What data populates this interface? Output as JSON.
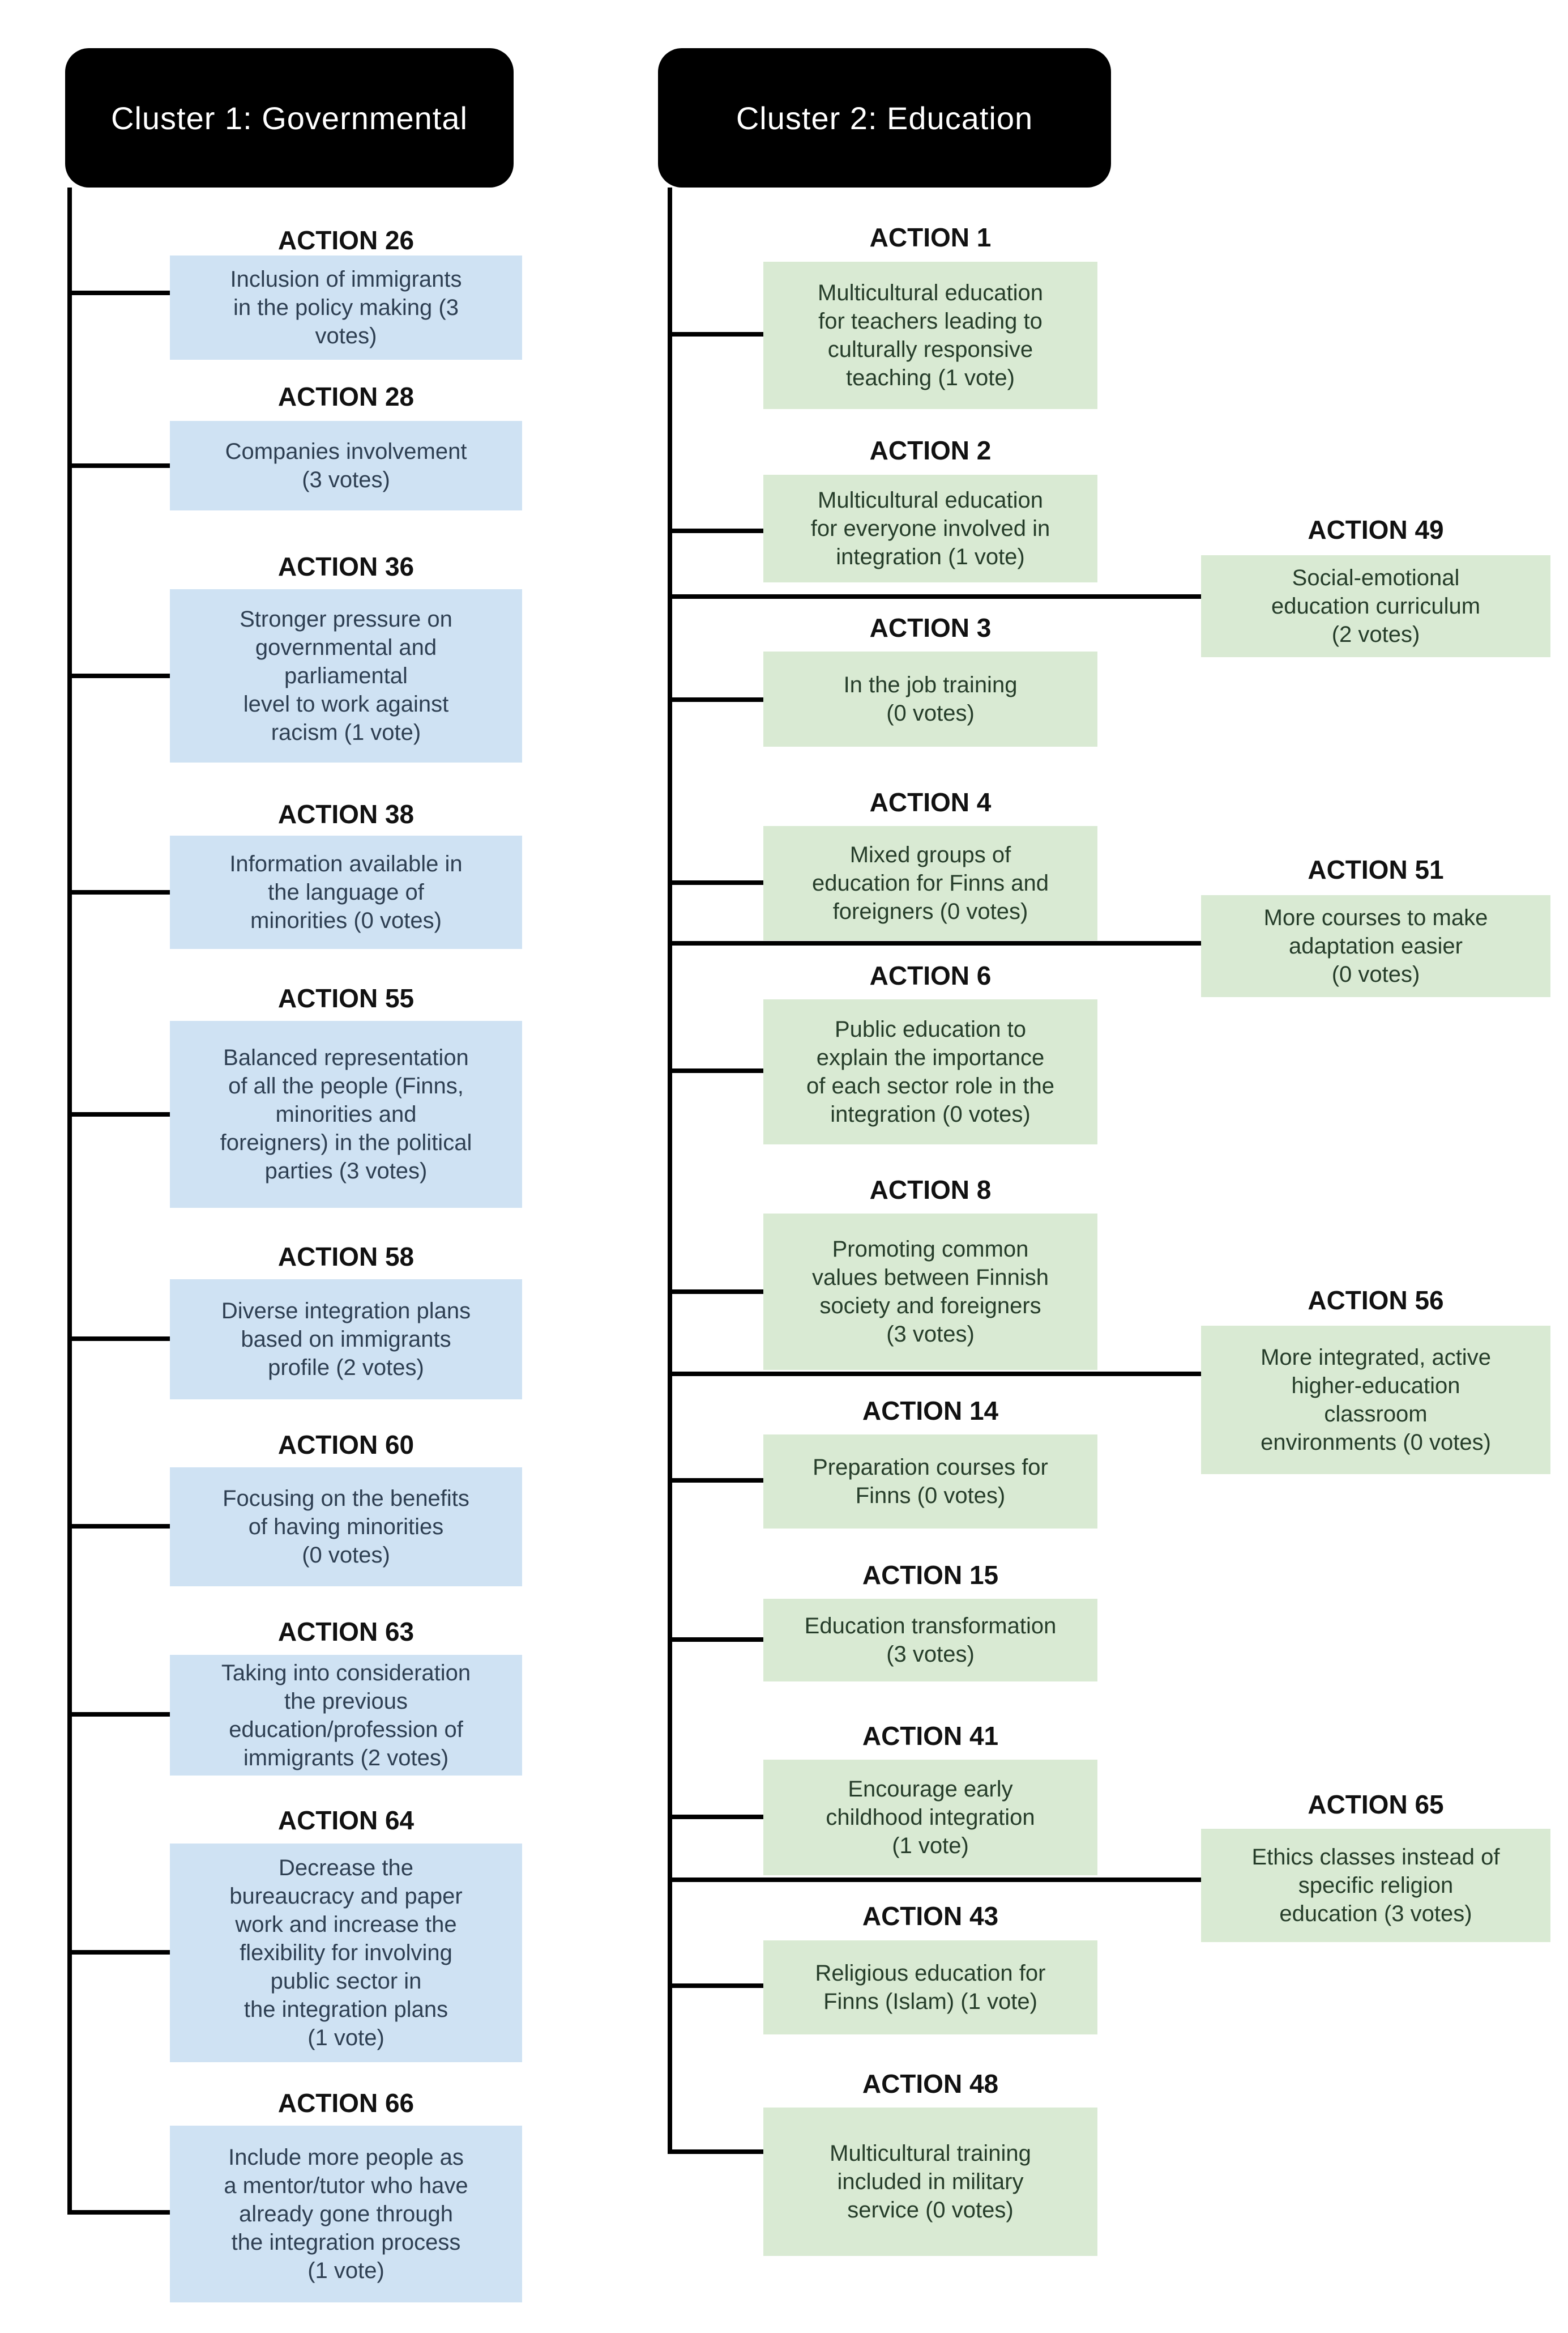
{
  "diagram": {
    "colors": {
      "canvas_bg": "#ffffff",
      "header_bg": "#000000",
      "header_text": "#ffffff",
      "connector_line": "#000000",
      "cluster1_box_fill": "#cfe2f3",
      "cluster1_box_text": "#2e3f52",
      "cluster2_box_fill": "#d9ead3",
      "cluster2_box_text": "#263d2a",
      "action_title_text": "#111111"
    },
    "clusters": [
      {
        "id": "cluster-1",
        "title": "Cluster 1: Governmental",
        "theme": "blue",
        "actions": [
          {
            "label": "ACTION 26",
            "votes": 3,
            "text": "Inclusion of immigrants\nin the policy making (3\nvotes)"
          },
          {
            "label": "ACTION 28",
            "votes": 3,
            "text": "Companies involvement\n(3 votes)"
          },
          {
            "label": "ACTION 36",
            "votes": 1,
            "text": "Stronger pressure on\ngovernmental and\nparliamental\nlevel to work against\nracism (1 vote)"
          },
          {
            "label": "ACTION 38",
            "votes": 0,
            "text": "Information available in\nthe language of\nminorities (0 votes)"
          },
          {
            "label": "ACTION 55",
            "votes": 3,
            "text": "Balanced representation\nof all the people (Finns,\nminorities and\nforeigners) in the political\nparties (3 votes)"
          },
          {
            "label": "ACTION 58",
            "votes": 2,
            "text": "Diverse integration plans\nbased on immigrants\nprofile (2 votes)"
          },
          {
            "label": "ACTION 60",
            "votes": 0,
            "text": "Focusing on the benefits\nof having minorities\n(0 votes)"
          },
          {
            "label": "ACTION 63",
            "votes": 2,
            "text": "Taking into consideration\nthe previous\neducation/profession of\nimmigrants (2 votes)"
          },
          {
            "label": "ACTION 64",
            "votes": 1,
            "text": "Decrease the\nbureaucracy and paper\nwork and increase the\nflexibility for involving\npublic sector in\nthe integration plans\n(1 vote)"
          },
          {
            "label": "ACTION 66",
            "votes": 1,
            "text": "Include more people as\na mentor/tutor who have\nalready gone through\nthe integration process\n(1 vote)"
          }
        ],
        "side_actions": []
      },
      {
        "id": "cluster-2",
        "title": "Cluster 2: Education",
        "theme": "green",
        "actions": [
          {
            "label": "ACTION 1",
            "votes": 1,
            "text": "Multicultural education\nfor teachers leading to\nculturally responsive\nteaching (1 vote)"
          },
          {
            "label": "ACTION 2",
            "votes": 1,
            "text": "Multicultural education\nfor everyone involved in\nintegration (1 vote)"
          },
          {
            "label": "ACTION 3",
            "votes": 0,
            "text": "In the job training\n(0 votes)"
          },
          {
            "label": "ACTION 4",
            "votes": 0,
            "text": "Mixed groups of\neducation for Finns and\nforeigners (0 votes)"
          },
          {
            "label": "ACTION 6",
            "votes": 0,
            "text": "Public education to\nexplain the importance\nof each sector role in the\nintegration (0 votes)"
          },
          {
            "label": "ACTION 8",
            "votes": 3,
            "text": "Promoting common\nvalues between Finnish\nsociety and foreigners\n(3 votes)"
          },
          {
            "label": "ACTION 14",
            "votes": 0,
            "text": "Preparation courses for\nFinns (0 votes)"
          },
          {
            "label": "ACTION 15",
            "votes": 3,
            "text": "Education transformation\n(3 votes)"
          },
          {
            "label": "ACTION 41",
            "votes": 1,
            "text": "Encourage early\nchildhood integration\n(1 vote)"
          },
          {
            "label": "ACTION 43",
            "votes": 1,
            "text": "Religious education for\nFinns (Islam) (1 vote)"
          },
          {
            "label": "ACTION 48",
            "votes": 0,
            "text": "Multicultural training\nincluded in military\nservice (0 votes)"
          }
        ],
        "side_actions": [
          {
            "label": "ACTION 49",
            "votes": 2,
            "text": "Social-emotional\neducation curriculum\n(2 votes)"
          },
          {
            "label": "ACTION 51",
            "votes": 0,
            "text": "More courses to make\nadaptation easier\n(0 votes)"
          },
          {
            "label": "ACTION 56",
            "votes": 0,
            "text": "More integrated, active\nhigher-education\nclassroom\nenvironments (0 votes)"
          },
          {
            "label": "ACTION 65",
            "votes": 3,
            "text": "Ethics classes instead of\nspecific religion\neducation (3 votes)"
          }
        ]
      }
    ]
  }
}
